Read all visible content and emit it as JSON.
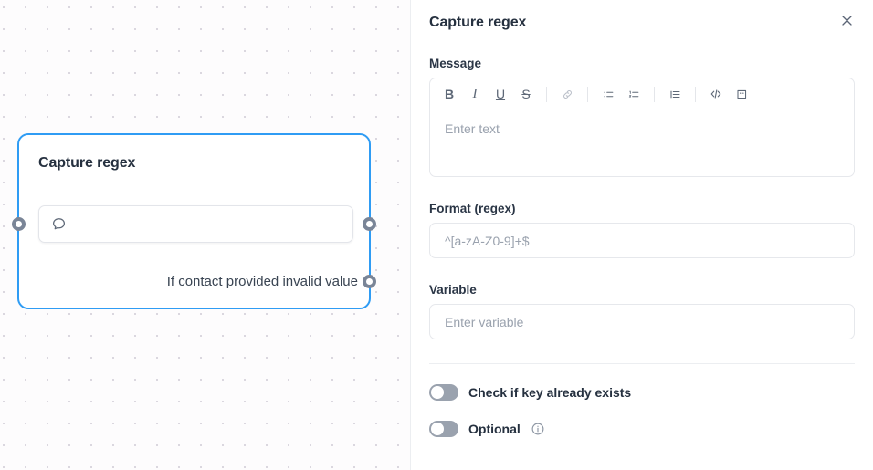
{
  "canvas": {
    "node": {
      "title": "Capture regex",
      "field_icon": "message-bubble-icon",
      "branch_label": "If contact provided invalid value",
      "border_color": "#2f9cf4",
      "port_color": "#7a8597"
    }
  },
  "panel": {
    "title": "Capture regex",
    "close_icon": "close-icon",
    "message": {
      "label": "Message",
      "placeholder": "Enter text",
      "value": "",
      "toolbar": [
        {
          "name": "bold-icon",
          "glyph": "B",
          "muted": false
        },
        {
          "name": "italic-icon",
          "glyph": "I",
          "muted": false
        },
        {
          "name": "underline-icon",
          "glyph": "U",
          "muted": false
        },
        {
          "name": "strikethrough-icon",
          "glyph": "S",
          "muted": false
        },
        {
          "name": "link-icon",
          "glyph": "link",
          "muted": true
        },
        {
          "name": "bulleted-list-icon",
          "glyph": "ul",
          "muted": false
        },
        {
          "name": "numbered-list-icon",
          "glyph": "ol",
          "muted": false
        },
        {
          "name": "align-left-icon",
          "glyph": "align",
          "muted": false
        },
        {
          "name": "code-icon",
          "glyph": "</>",
          "muted": false
        },
        {
          "name": "emoji-icon",
          "glyph": "emoji",
          "muted": false
        }
      ]
    },
    "format": {
      "label": "Format (regex)",
      "placeholder": "^[a-zA-Z0-9]+$",
      "value": ""
    },
    "variable": {
      "label": "Variable",
      "placeholder": "Enter variable",
      "value": ""
    },
    "toggles": [
      {
        "label": "Check if key already exists",
        "on": false,
        "has_info": false
      },
      {
        "label": "Optional",
        "on": false,
        "has_info": true
      }
    ]
  }
}
